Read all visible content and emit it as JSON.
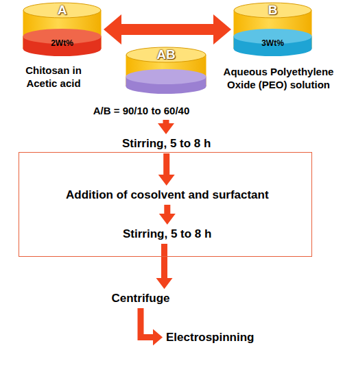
{
  "diagram": {
    "nodes": [
      {
        "text": [
          "A",
          "2Wt%",
          "Chitosan in Acetic acid"
        ]
      },
      {
        "text": [
          "B",
          "3Wt%",
          "Aqueous Polyethylene Oxide (PEO) solution"
        ]
      },
      {
        "text": [
          "AB",
          "A/B = 90/10 to 60/40"
        ]
      },
      {
        "text": [
          "Stirring, 5 to 8 h"
        ]
      },
      {
        "text": []
      },
      {
        "text": [
          "Addition of cosolvent and surfactant"
        ],
        "in": 4
      },
      {
        "text": [
          "Stirring, 5 to 8 h"
        ],
        "in": 4
      },
      {
        "text": [
          "Centrifuge"
        ]
      },
      {
        "text": [
          "Electrospinning"
        ]
      }
    ],
    "edges": [
      {
        "from": 0,
        "to": 1,
        "arrow": "both"
      },
      {
        "from": 2,
        "to": 3,
        "arrow": "to"
      },
      {
        "from": 3,
        "to": 5,
        "arrow": "to"
      },
      {
        "from": 5,
        "to": 6,
        "arrow": "to"
      },
      {
        "from": 6,
        "to": 7,
        "arrow": "to"
      },
      {
        "from": 7,
        "to": 8,
        "arrow": "to"
      }
    ]
  }
}
